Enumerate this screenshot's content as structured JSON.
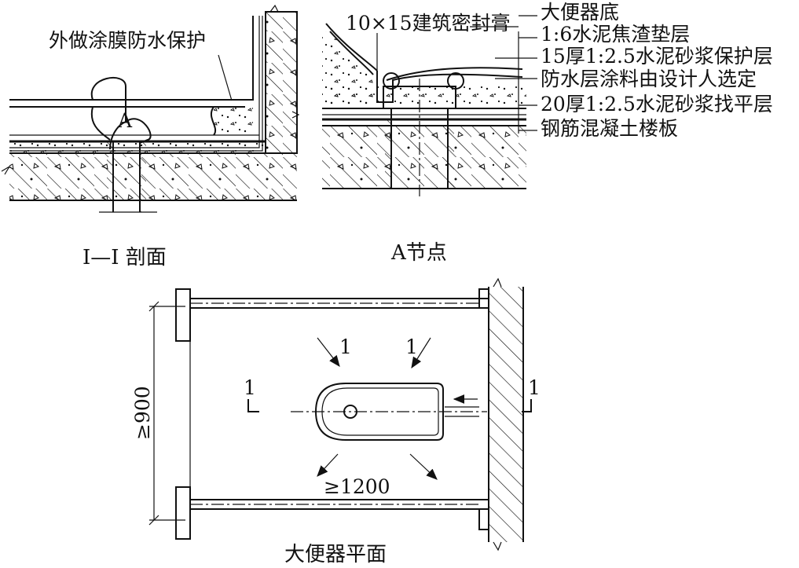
{
  "section": {
    "title": "Ⅰ—Ⅰ 剖面",
    "callout": "外做涂膜防水保护",
    "node_marker": "A"
  },
  "node": {
    "title": "A节点",
    "sealant": "10×15建筑密封膏",
    "layers": [
      "大便器底",
      "1:6水泥焦渣垫层",
      "15厚1:2.5水泥砂浆保护层",
      "防水层涂料由设计人选定",
      "20厚1:2.5水泥砂浆找平层",
      "钢筋混凝土楼板"
    ]
  },
  "plan": {
    "title": "大便器平面",
    "dim_height": "≥900",
    "dim_width": "≥1200",
    "section_mark": "1",
    "arrow_marks": [
      "1",
      "1"
    ]
  }
}
